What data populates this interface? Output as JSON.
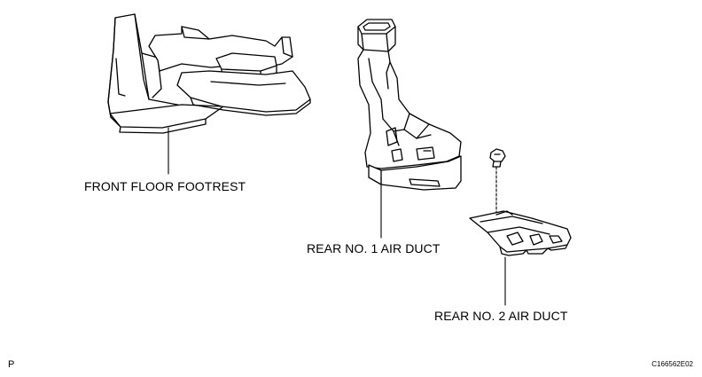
{
  "labels": {
    "front_floor_footrest": "FRONT FLOOR FOOTREST",
    "rear_no1_air_duct": "REAR NO. 1 AIR DUCT",
    "rear_no2_air_duct": "REAR NO. 2 AIR DUCT"
  },
  "corner": {
    "left": "P",
    "right": "C166562E02"
  }
}
